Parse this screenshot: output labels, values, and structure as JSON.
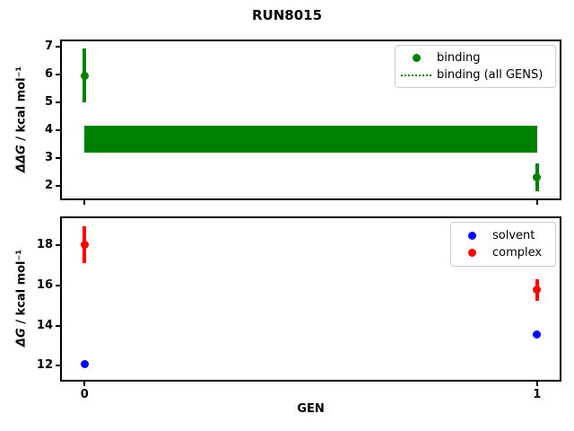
{
  "figure": {
    "background": "#ffffff",
    "text_color": "#000000"
  },
  "chart_data": [
    {
      "type": "scatter",
      "title": "RUN8015",
      "ylabel_math": "ΔΔG",
      "ylabel_rest": " / kcal mol⁻¹",
      "xlim": [
        -0.05,
        1.05
      ],
      "ylim": [
        1.55,
        7.2
      ],
      "yticks": [
        2,
        3,
        4,
        5,
        6,
        7
      ],
      "xticks": [
        0,
        1
      ],
      "xticklabels": [],
      "grid": false,
      "legend_position": "upper right",
      "series": [
        {
          "name": "binding",
          "style": "errorbar-scatter",
          "color": "#008000",
          "x": [
            0,
            1
          ],
          "y": [
            5.97,
            2.3
          ],
          "yerr": [
            0.96,
            0.5
          ]
        },
        {
          "name": "binding (all GENS)",
          "style": "hline-band",
          "linestyle": "dotted",
          "color": "#008000",
          "mean": 3.68,
          "err": 0.47,
          "x_start": 0,
          "x_end": 1
        }
      ]
    },
    {
      "type": "scatter",
      "xlabel": "GEN",
      "ylabel_math": "ΔG",
      "ylabel_rest": " / kcal mol⁻¹",
      "xlim": [
        -0.05,
        1.05
      ],
      "ylim": [
        11.3,
        19.35
      ],
      "yticks": [
        12,
        14,
        16,
        18
      ],
      "xticks": [
        0,
        1
      ],
      "xticklabels": [
        "0",
        "1"
      ],
      "grid": false,
      "legend_position": "upper right",
      "series": [
        {
          "name": "solvent",
          "style": "errorbar-scatter",
          "color": "#0000ff",
          "x": [
            0,
            1
          ],
          "y": [
            12.07,
            13.55
          ],
          "yerr": [
            0.08,
            0.08
          ]
        },
        {
          "name": "complex",
          "style": "errorbar-scatter",
          "color": "#ff0000",
          "x": [
            0,
            1
          ],
          "y": [
            18.03,
            15.78
          ],
          "yerr": [
            0.93,
            0.55
          ]
        }
      ]
    }
  ]
}
